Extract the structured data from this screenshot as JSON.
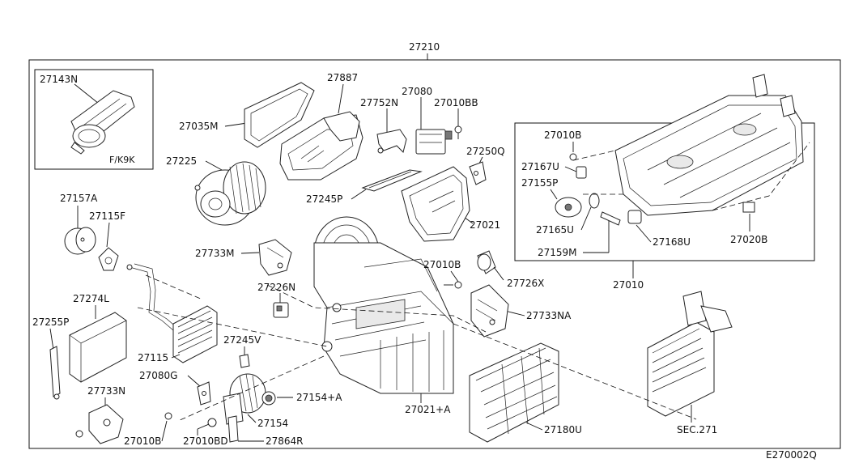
{
  "diagram_id": "E270002Q",
  "parent_part": "27210",
  "parts": {
    "p27143N": "27143N",
    "variant": "F/K9K",
    "p27035M": "27035M",
    "p27887": "27887",
    "p27752N": "27752N",
    "p27080": "27080",
    "p27010BB": "27010BB",
    "p27250Q": "27250Q",
    "p27225": "27225",
    "p27245P": "27245P",
    "p27021": "27021",
    "p27157A": "27157A",
    "p27115F": "27115F",
    "p27733M": "27733M",
    "p27010B_mid": "27010B",
    "p27726X": "27726X",
    "p27226N": "27226N",
    "p27733NA": "27733NA",
    "p27274L": "27274L",
    "p27255P": "27255P",
    "p27245V": "27245V",
    "p27115": "27115",
    "p27080G": "27080G",
    "p27154A": "27154+A",
    "p27021A": "27021+A",
    "p27733N": "27733N",
    "p27154": "27154",
    "p27180U": "27180U",
    "p27010B_bot": "27010B",
    "p27010BD": "27010BD",
    "p27864R": "27864R",
    "pSEC271": "SEC.271",
    "p27010": "27010",
    "p27010B_in": "27010B",
    "p27167U": "27167U",
    "p27155P": "27155P",
    "p27165U": "27165U",
    "p27168U": "27168U",
    "p27020B": "27020B",
    "p27159M": "27159M"
  }
}
